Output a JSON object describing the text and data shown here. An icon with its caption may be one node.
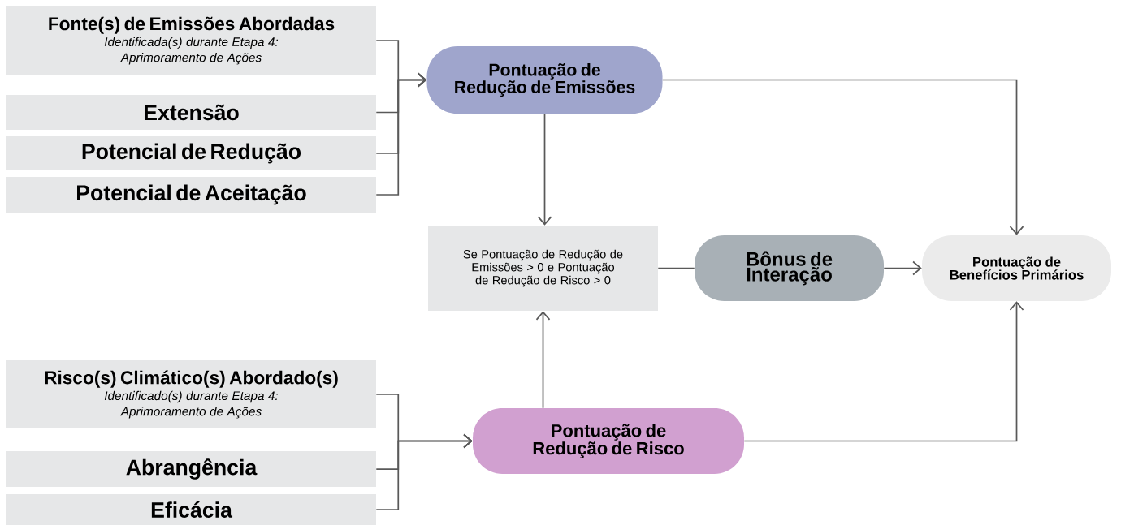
{
  "diagram": {
    "nodes": [
      {
        "text": [
          "Fonte(s) de Emissões Abordadas",
          "Identificada(s) durante Etapa 4: Aprimoramento de Ações"
        ]
      },
      {
        "text": [
          "Extensão"
        ]
      },
      {
        "text": [
          "Potencial de Redução"
        ]
      },
      {
        "text": [
          "Potencial de Aceitação"
        ]
      },
      {
        "text": [
          "Risco(s) Climático(s) Abordado(s)",
          "Identificado(s) durante Etapa 4: Aprimoramento de Ações"
        ]
      },
      {
        "text": [
          "Abrangência"
        ]
      },
      {
        "text": [
          "Eficácia"
        ]
      },
      {
        "text": [
          "Pontuação de Redução de Emissões"
        ]
      },
      {
        "text": [
          "Se Pontuação de Redução de Emissões > 0 e Pontuação de Redução de Risco > 0"
        ]
      },
      {
        "text": [
          "Bônus de Interação"
        ]
      },
      {
        "text": [
          "Pontuação de Benefícios Primários"
        ]
      },
      {
        "text": [
          "Pontuação de Redução de Risco"
        ]
      }
    ],
    "edges": [
      {
        "from": 0,
        "to": 7,
        "arrow": "to"
      },
      {
        "from": 1,
        "to": 7,
        "arrow": "to"
      },
      {
        "from": 2,
        "to": 7,
        "arrow": "to"
      },
      {
        "from": 3,
        "to": 7,
        "arrow": "to"
      },
      {
        "from": 4,
        "to": 11,
        "arrow": "to"
      },
      {
        "from": 5,
        "to": 11,
        "arrow": "to"
      },
      {
        "from": 6,
        "to": 11,
        "arrow": "to"
      },
      {
        "from": 7,
        "to": 8,
        "arrow": "to"
      },
      {
        "from": 11,
        "to": 8,
        "arrow": "to"
      },
      {
        "from": 8,
        "to": 9,
        "arrow": "none"
      },
      {
        "from": 9,
        "to": 10,
        "arrow": "to"
      },
      {
        "from": 7,
        "to": 10,
        "arrow": "to"
      },
      {
        "from": 11,
        "to": 10,
        "arrow": "to"
      }
    ]
  }
}
